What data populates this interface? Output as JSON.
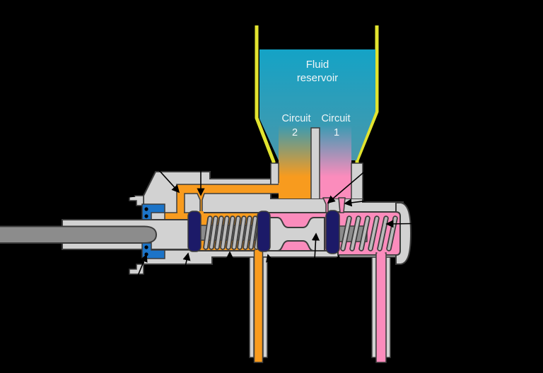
{
  "diagram": {
    "reservoir": {
      "label_line1": "Fluid",
      "label_line2": "reservoir"
    },
    "circuit2": {
      "label": "Circuit",
      "number": "2"
    },
    "circuit1": {
      "label": "Circuit",
      "number": "1"
    }
  },
  "colors": {
    "background": "#000000",
    "reservoir_wall": "#E2E42F",
    "fluid_top": "#14A3C6",
    "fluid_bottom": "#4E96A8",
    "fluid_mid": "#399BB3",
    "circuit2_fluid": "#F89B1E",
    "circuit1_fluid": "#FB8CBC",
    "cylinder_body": "#D2D2D2",
    "outline": "#3C3C3C",
    "pushrod": "#8C8C8C",
    "spring_coil": "#B9B9B9",
    "seal": "#1C1A68",
    "retainer": "#1C74C8",
    "label_text": "#F0F6F8",
    "leader_line": "#000000"
  }
}
